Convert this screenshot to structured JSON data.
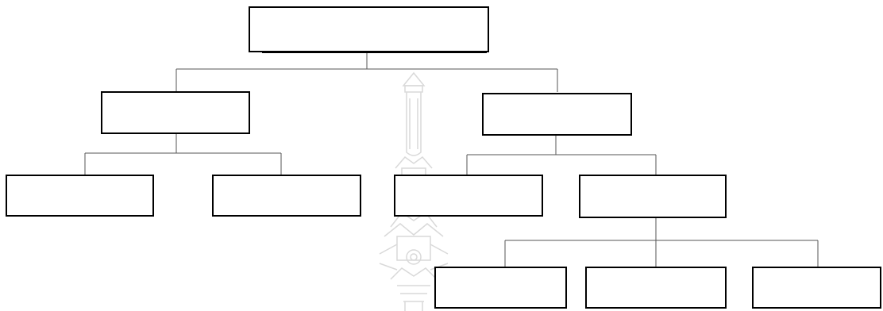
{
  "diagram": {
    "type": "hierarchy",
    "text_labels": "none",
    "nodes": [
      {
        "id": "root",
        "label": ""
      },
      {
        "id": "left-branch",
        "label": ""
      },
      {
        "id": "right-branch",
        "label": ""
      },
      {
        "id": "left-leaf-1",
        "label": ""
      },
      {
        "id": "left-leaf-2",
        "label": ""
      },
      {
        "id": "right-leaf-1",
        "label": ""
      },
      {
        "id": "right-sub-branch",
        "label": ""
      },
      {
        "id": "sub-leaf-1",
        "label": ""
      },
      {
        "id": "sub-leaf-2",
        "label": ""
      },
      {
        "id": "sub-leaf-3",
        "label": ""
      }
    ],
    "edges": [
      [
        "root",
        "left-branch"
      ],
      [
        "root",
        "right-branch"
      ],
      [
        "left-branch",
        "left-leaf-1"
      ],
      [
        "left-branch",
        "left-leaf-2"
      ],
      [
        "right-branch",
        "right-leaf-1"
      ],
      [
        "right-branch",
        "right-sub-branch"
      ],
      [
        "right-sub-branch",
        "sub-leaf-1"
      ],
      [
        "right-sub-branch",
        "sub-leaf-2"
      ],
      [
        "right-sub-branch",
        "sub-leaf-3"
      ]
    ]
  },
  "watermark": {
    "name": "university-emblem-watermark",
    "color": "#d9d9d9"
  },
  "colors": {
    "stroke": "#000000",
    "connector": "#555555",
    "background": "#ffffff"
  }
}
